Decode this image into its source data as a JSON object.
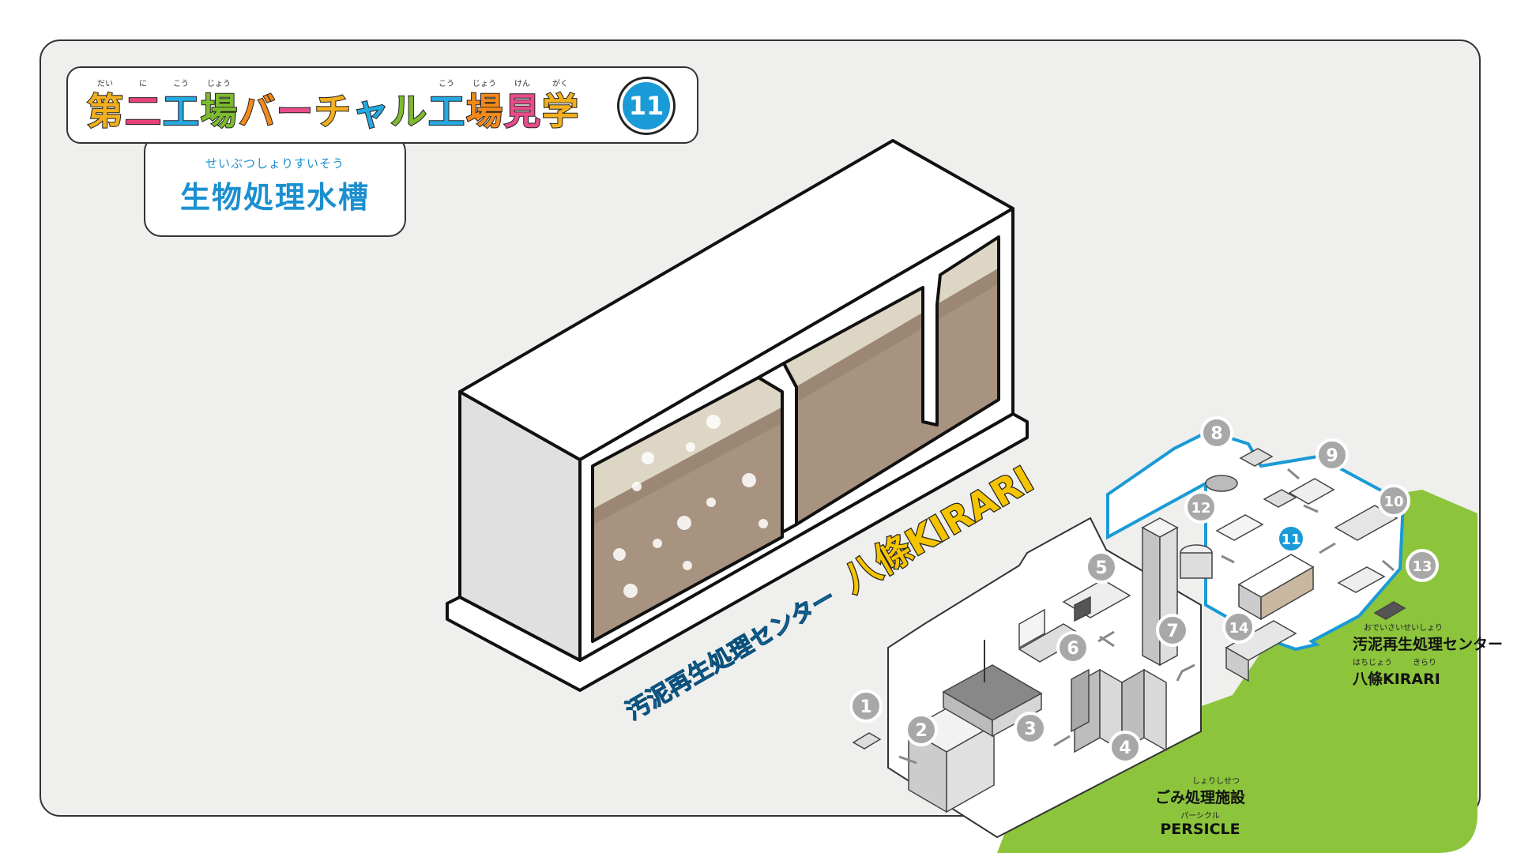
{
  "title": {
    "chars": [
      {
        "ch": "第",
        "ruby": "だい",
        "color": "#f2b01e"
      },
      {
        "ch": "二",
        "ruby": "に",
        "color": "#e8407a"
      },
      {
        "ch": "工",
        "ruby": "こう",
        "color": "#25a9e0"
      },
      {
        "ch": "場",
        "ruby": "じょう",
        "color": "#7dbb2f"
      },
      {
        "ch": "バ",
        "ruby": "",
        "color": "#f28a1c"
      },
      {
        "ch": "ー",
        "ruby": "",
        "color": "#e84c8a"
      },
      {
        "ch": "チ",
        "ruby": "",
        "color": "#f2b01e"
      },
      {
        "ch": "ャ",
        "ruby": "",
        "color": "#25a9e0"
      },
      {
        "ch": "ル",
        "ruby": "",
        "color": "#7dbb2f"
      },
      {
        "ch": "工",
        "ruby": "こう",
        "color": "#25a9e0"
      },
      {
        "ch": "場",
        "ruby": "じょう",
        "color": "#f28a1c"
      },
      {
        "ch": "見",
        "ruby": "けん",
        "color": "#e84c8a"
      },
      {
        "ch": "学",
        "ruby": "がく",
        "color": "#f2b01e"
      }
    ],
    "number": "11"
  },
  "subtitle": {
    "ruby": "せいぶつしょりすいそう",
    "text": "生物処理水槽"
  },
  "center_label": {
    "small": "汚泥再生処理センター",
    "big": "八條KIRARI",
    "small_color": "#1b8fd0",
    "big_color": "#f5c400"
  },
  "map": {
    "stations": [
      {
        "n": "1",
        "active": false
      },
      {
        "n": "2",
        "active": false
      },
      {
        "n": "3",
        "active": false
      },
      {
        "n": "4",
        "active": false
      },
      {
        "n": "5",
        "active": false
      },
      {
        "n": "6",
        "active": false
      },
      {
        "n": "7",
        "active": false
      },
      {
        "n": "8",
        "active": false
      },
      {
        "n": "9",
        "active": false
      },
      {
        "n": "10",
        "active": false
      },
      {
        "n": "11",
        "active": true
      },
      {
        "n": "12",
        "active": false
      },
      {
        "n": "13",
        "active": false
      },
      {
        "n": "14",
        "active": false
      }
    ],
    "sludge_center": {
      "ruby": "おでいさいせいしょり",
      "name": "汚泥再生処理センター",
      "ruby2_a": "はちじょう",
      "ruby2_b": "きらり",
      "name2": "八條KIRARI"
    },
    "waste_facility": {
      "ruby": "しょりしせつ",
      "name": "ごみ処理施設",
      "ruby2": "パーシクル",
      "name2": "PERSICLE"
    },
    "colors": {
      "green": "#8cc43c",
      "blue": "#1a9ad6",
      "gray": "#a8a8a8"
    }
  }
}
